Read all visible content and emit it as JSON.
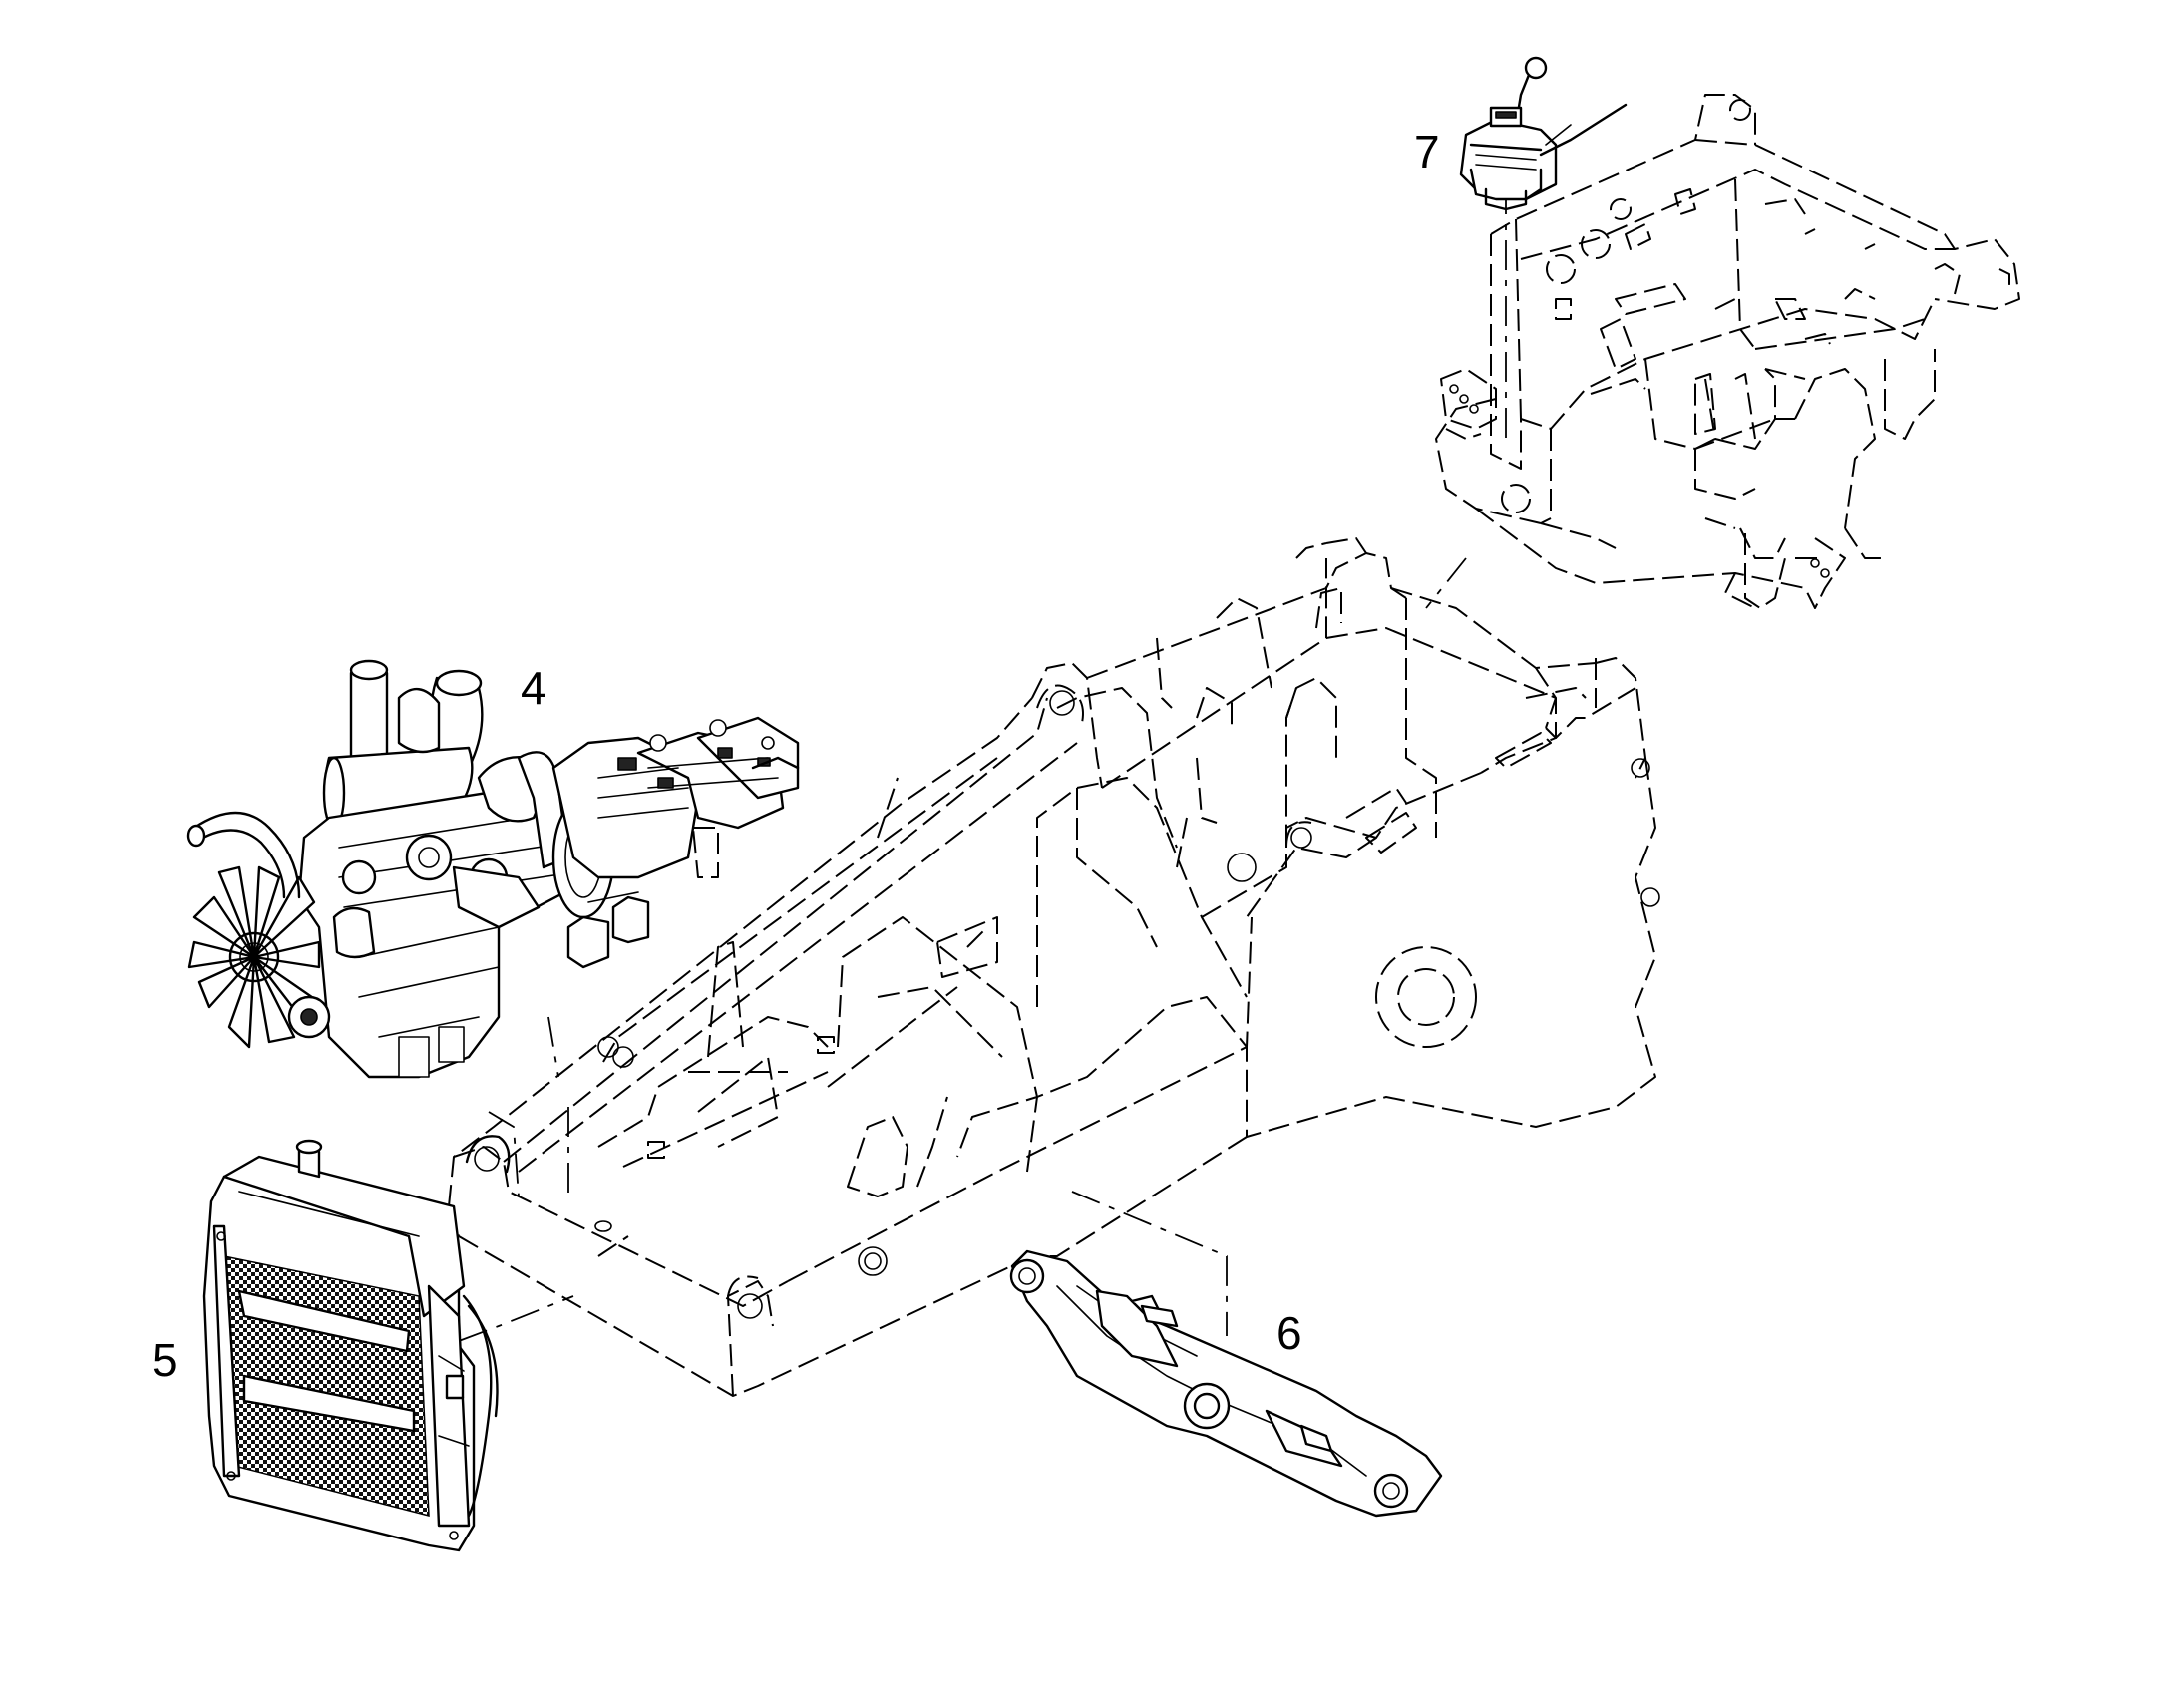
{
  "callouts": {
    "c4": "4",
    "c5": "5",
    "c6": "6",
    "c7": "7"
  }
}
